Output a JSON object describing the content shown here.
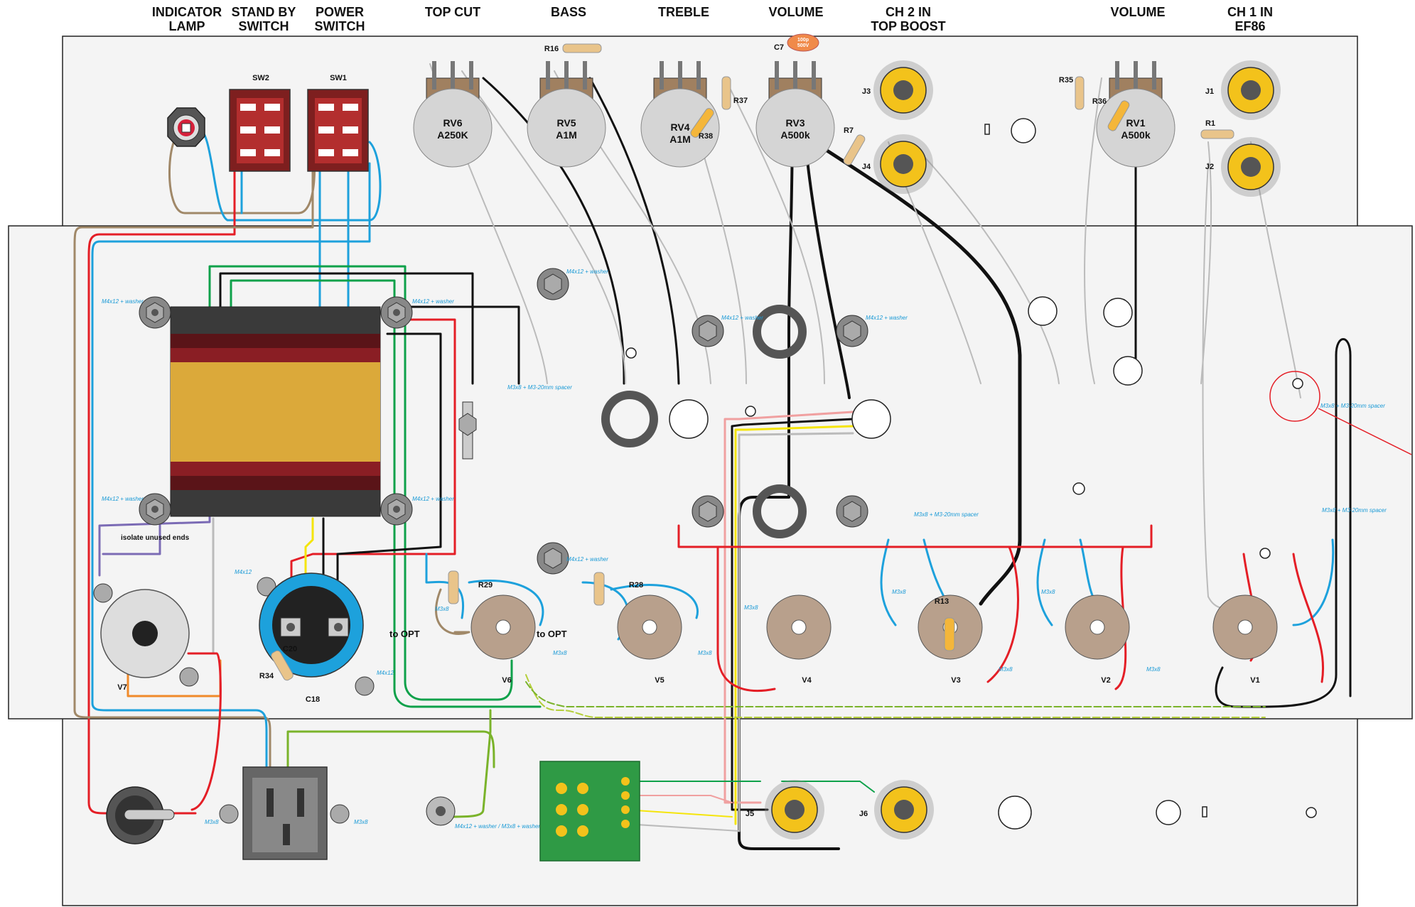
{
  "headers": {
    "indicator_lamp": [
      "INDICATOR",
      "LAMP"
    ],
    "standby_switch": [
      "STAND BY",
      "SWITCH"
    ],
    "power_switch": [
      "POWER",
      "SWITCH"
    ],
    "top_cut": "TOP CUT",
    "bass": "BASS",
    "treble": "TREBLE",
    "volume_ch2": "VOLUME",
    "ch2_in": [
      "CH 2 IN",
      "TOP BOOST"
    ],
    "volume_ch1": "VOLUME",
    "ch1_in": [
      "CH 1 IN",
      "EF86"
    ]
  },
  "switches": {
    "sw2": "SW2",
    "sw1": "SW1"
  },
  "pots": {
    "rv6": {
      "ref": "RV6",
      "value": "A250K"
    },
    "rv5": {
      "ref": "RV5",
      "value": "A1M"
    },
    "rv4": {
      "ref": "RV4",
      "value": "A1M"
    },
    "rv3": {
      "ref": "RV3",
      "value": "A500k"
    },
    "rv1": {
      "ref": "RV1",
      "value": "A500k"
    }
  },
  "capacitor_c7": {
    "ref": "C7",
    "value_top": "100p",
    "value_bottom": "500V"
  },
  "resistors": {
    "r16": "R16",
    "r37": "R37",
    "r38": "R38",
    "r7": "R7",
    "r35": "R35",
    "r36": "R36",
    "r1": "R1",
    "r29": "R29",
    "r28": "R28",
    "r13": "R13",
    "r34": "R34"
  },
  "jacks": {
    "j1": "J1",
    "j2": "J2",
    "j3": "J3",
    "j4": "J4",
    "j5": "J5",
    "j6": "J6"
  },
  "valves": {
    "v1": "V1",
    "v2": "V2",
    "v3": "V3",
    "v4": "V4",
    "v5": "V5",
    "v6": "V6",
    "v7": "V7"
  },
  "caps": {
    "c20": "C20",
    "c18": "C18"
  },
  "notes": {
    "m4x12_washer": "M4x12 + washer",
    "m3x8_spacer": "M3x8 + M3-20mm spacer",
    "m4x12": "M4x12",
    "m3x8": "M3x8",
    "earth_bolt": "M4x12 + washer / M3x8 + washer",
    "isolate": "isolate unused ends",
    "to_opt": "to OPT"
  },
  "colors": {
    "red": "#e41e26",
    "blue": "#1da1dc",
    "green": "#0ea14a",
    "black": "#111111",
    "brown": "#a08868",
    "grey": "#bbbbbb",
    "yellow": "#f5e50a",
    "purple": "#7b6bb5",
    "orange": "#f08a2a",
    "lime": "#b5cf3a",
    "pcb": "#2f9a45",
    "transformer_gold": "#dba93a",
    "jack_gold": "#f3c21b"
  }
}
